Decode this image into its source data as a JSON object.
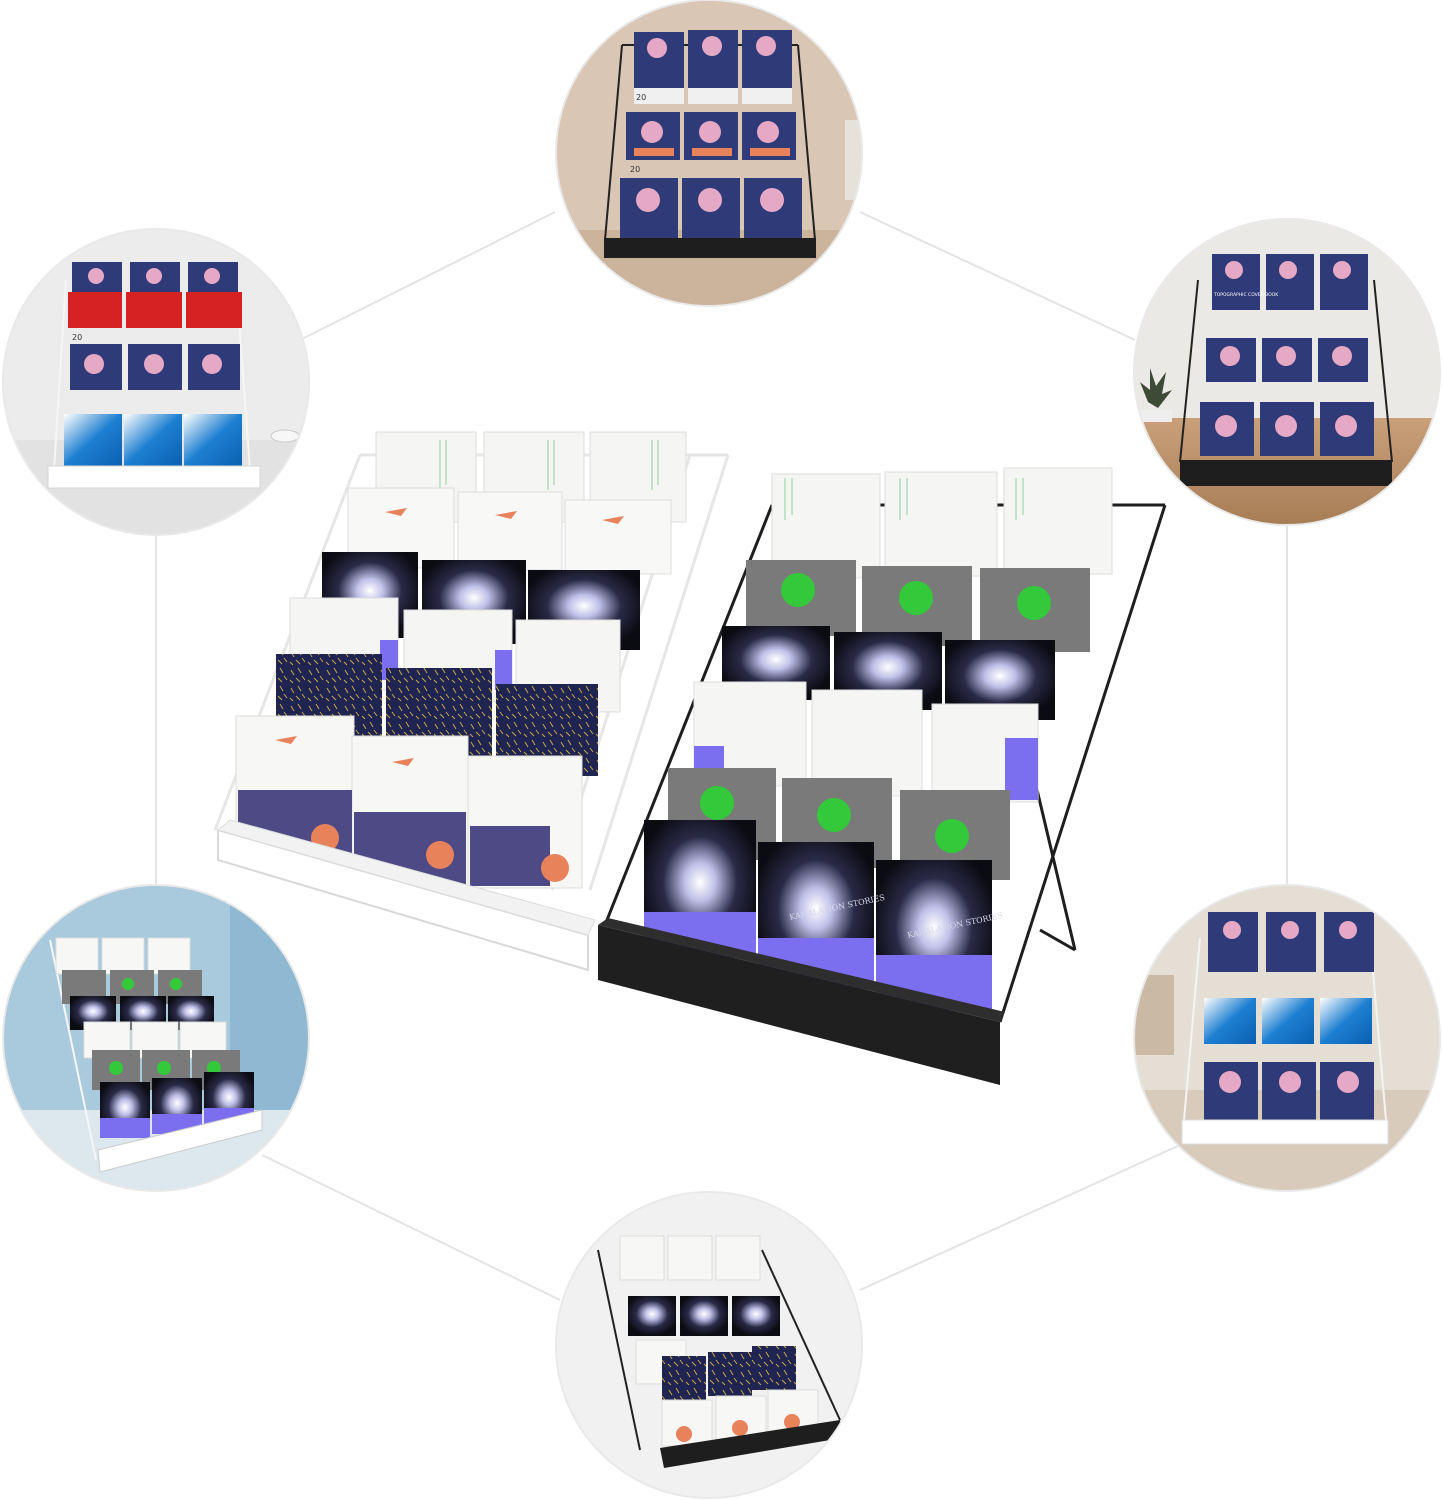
{
  "scene": {
    "background": "#ffffff",
    "connector_color": "#e4e4e4",
    "circle_border_color": "#e9e9e9"
  },
  "center": {
    "white_rack": {
      "frame_color": "#ffffff",
      "tiers": 6,
      "books_per_tier": 3
    },
    "black_rack": {
      "frame_color": "#1e1e1e",
      "tiers": 6,
      "books_per_tier": 3
    }
  },
  "book_text": {
    "cover_title_primary": "KAHALATION STORIES",
    "cover_title_secondary": "KAHALATION STORIES",
    "tag_number": "20",
    "topo_title": "TOPOGRAPHIC COVER BOOK"
  },
  "colors": {
    "navy_cover": "#2f3a78",
    "violet_band": "#7b6ff0",
    "dark_cover": "#0b0b12",
    "gray_cover": "#7a7a7a",
    "green_badge": "#33c93a",
    "red_cover": "#d62222",
    "wave_blue": "#1d7fd1",
    "salmon": "#e8825a",
    "pink_blob": "#e5a9c6",
    "wood": "#b98d64",
    "paper_white": "#f7f7f5"
  },
  "vignettes": [
    {
      "name": "top-center",
      "rack": "black",
      "room_bg": "#d9c6b4"
    },
    {
      "name": "top-right",
      "rack": "black",
      "room_bg": "#e9e6e2"
    },
    {
      "name": "mid-right",
      "rack": "white",
      "room_bg": "#e4ded4"
    },
    {
      "name": "bottom-center",
      "rack": "black",
      "room_bg": "#f1f1f1"
    },
    {
      "name": "mid-left",
      "rack": "white",
      "room_bg": "#a9c9dc"
    },
    {
      "name": "top-left",
      "rack": "white",
      "room_bg": "#ececec"
    }
  ]
}
